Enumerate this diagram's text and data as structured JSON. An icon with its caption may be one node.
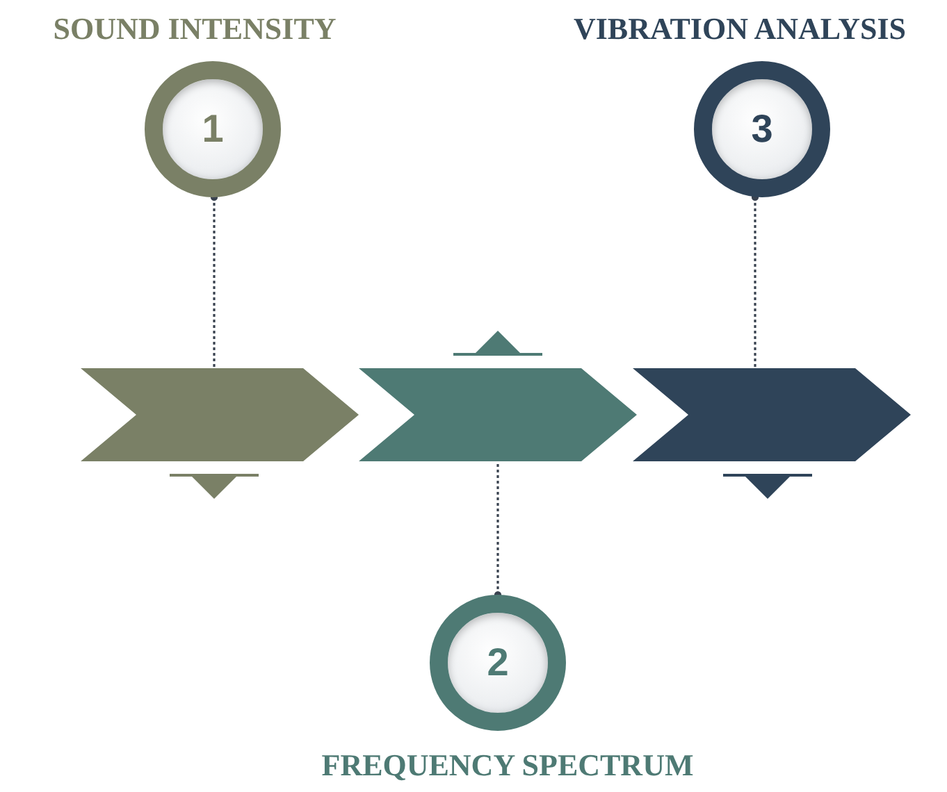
{
  "diagram": {
    "nodes": [
      {
        "text": [
          "SOUND INTENSITY",
          "1"
        ]
      },
      {
        "text": [
          "VIBRATION ANALYSIS",
          "3"
        ]
      },
      {
        "text": [],
        "shape": "chevron"
      },
      {
        "text": [],
        "shape": "chevron"
      },
      {
        "text": [],
        "shape": "chevron"
      },
      {
        "text": [
          "2",
          "FREQUENCY SPECTRUM"
        ]
      }
    ],
    "edges": [
      {
        "from": 0,
        "to": 2,
        "arrow": "other",
        "style": "dashed"
      },
      {
        "from": 1,
        "to": 4,
        "arrow": "other",
        "style": "dashed"
      },
      {
        "from": 5,
        "to": 3,
        "arrow": "other",
        "style": "dashed"
      }
    ]
  }
}
